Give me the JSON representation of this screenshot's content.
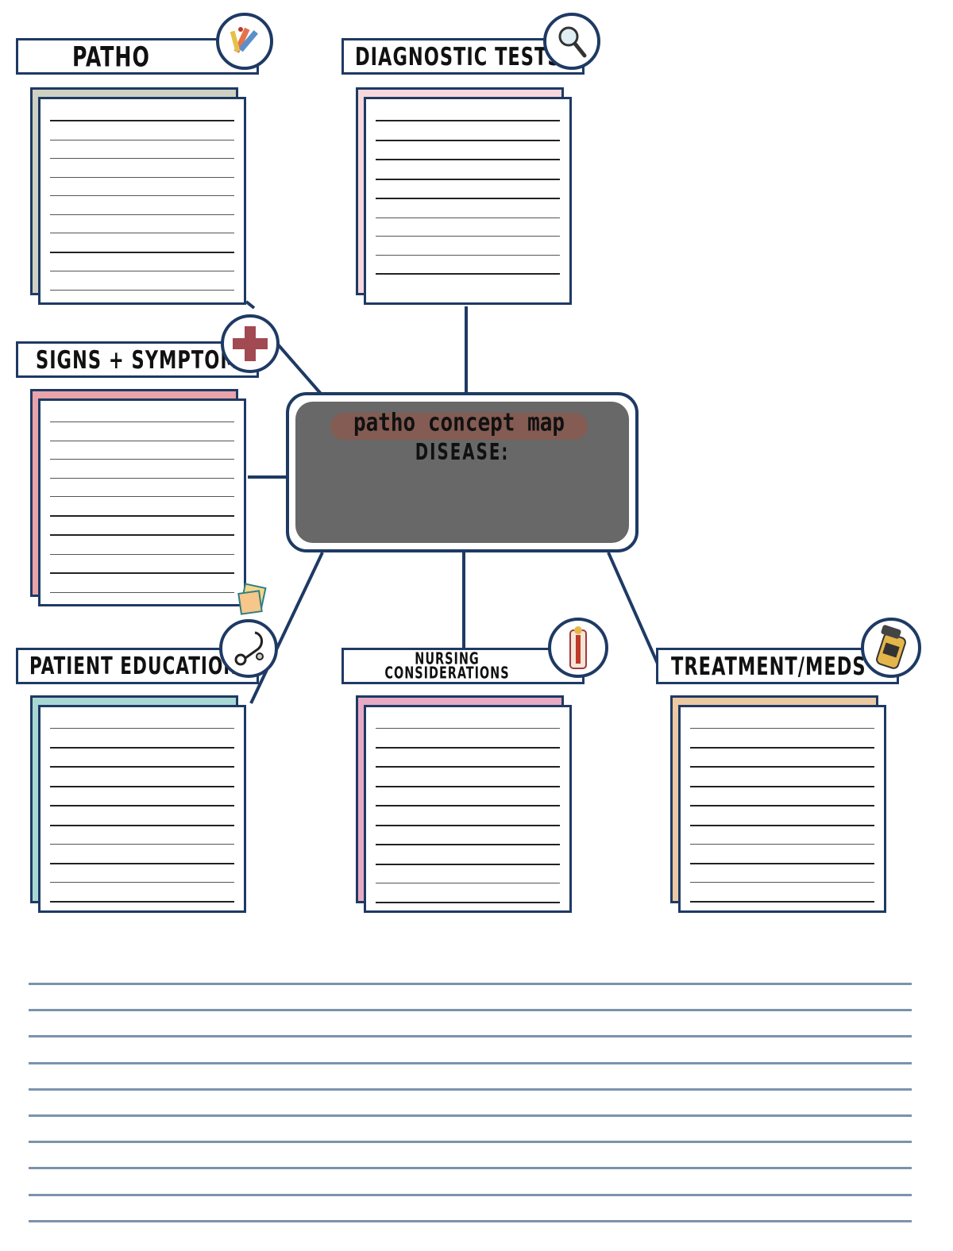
{
  "center": {
    "title": "patho concept map",
    "subtitle": "DISEASE:",
    "fill_color": "#686868"
  },
  "sections": {
    "patho": {
      "title": "PATHO",
      "icon": "pencils-icon",
      "accent": "#cfd1c3"
    },
    "diagnostic": {
      "title": "DIAGNOSTIC TESTS",
      "icon": "magnifier-icon",
      "accent": "#f5d7dc"
    },
    "signs": {
      "title": "SIGNS + SYMPTOMS",
      "icon": "medical-cross-icon",
      "accent": "#e9a3aa"
    },
    "education": {
      "title": "PATIENT EDUCATION",
      "icon": "stethoscope-icon",
      "accent": "#a8d8d3"
    },
    "nursing": {
      "title_line1": "NURSING",
      "title_line2": "CONSIDERATIONS",
      "icon": "thermometer-icon",
      "accent": "#e8a9c4"
    },
    "treatment": {
      "title": "TREATMENT/MEDS",
      "icon": "pill-bottle-icon",
      "accent": "#ecc9a2"
    }
  },
  "decor": {
    "notes_icon": "sticky-notes-icon"
  },
  "colors": {
    "border": "#1e3a64",
    "note_lines": "#7b93ac"
  }
}
